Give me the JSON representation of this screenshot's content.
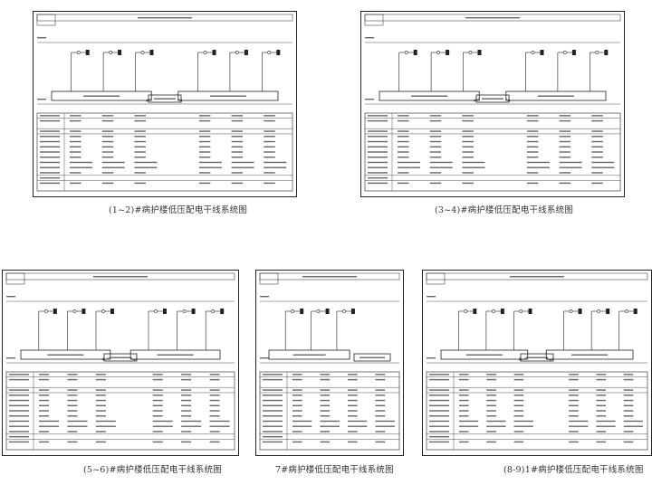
{
  "drawings": [
    {
      "id": "d1",
      "caption": "(1~2)#病护楼低压配电干线系统图"
    },
    {
      "id": "d2",
      "caption": "(3~4)#病护楼低压配电干线系统图"
    },
    {
      "id": "d3",
      "caption": "(5~6)#病护楼低压配电干线系统图"
    },
    {
      "id": "d4",
      "caption": "7#病护楼低压配电干线系统图"
    },
    {
      "id": "d5",
      "caption": "(8-9)1#病护楼低压配电干线系统图"
    }
  ],
  "colors": {
    "line": "#222222",
    "text": "#333333",
    "background": "#ffffff"
  }
}
